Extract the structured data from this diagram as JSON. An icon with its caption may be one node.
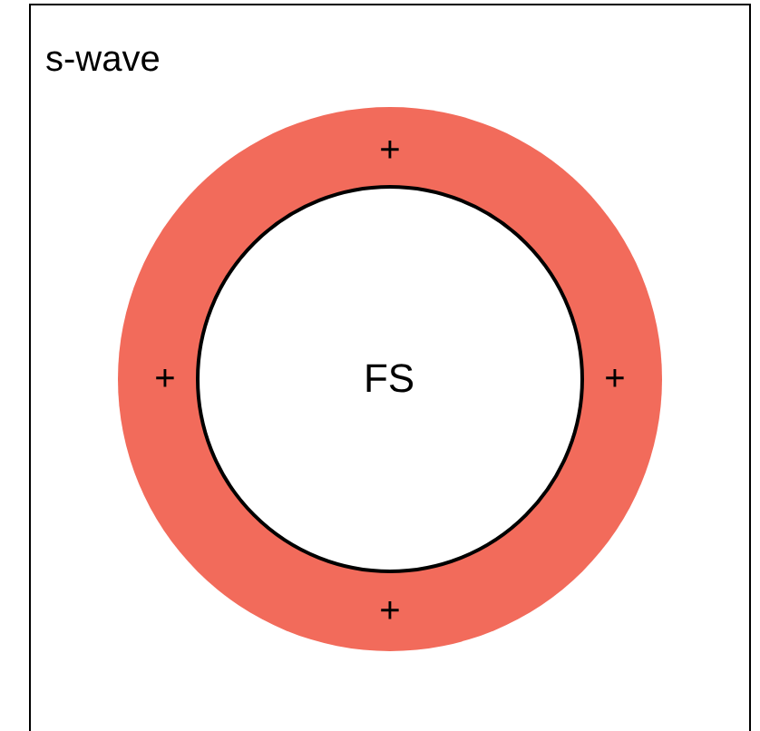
{
  "diagram": {
    "nodes": [
      {
        "text": [
          "s-wave"
        ]
      },
      {
        "text": [
          "+",
          "+",
          "+",
          "+"
        ],
        "in": 0
      },
      {
        "text": [
          "FS"
        ],
        "in": 1
      }
    ]
  }
}
